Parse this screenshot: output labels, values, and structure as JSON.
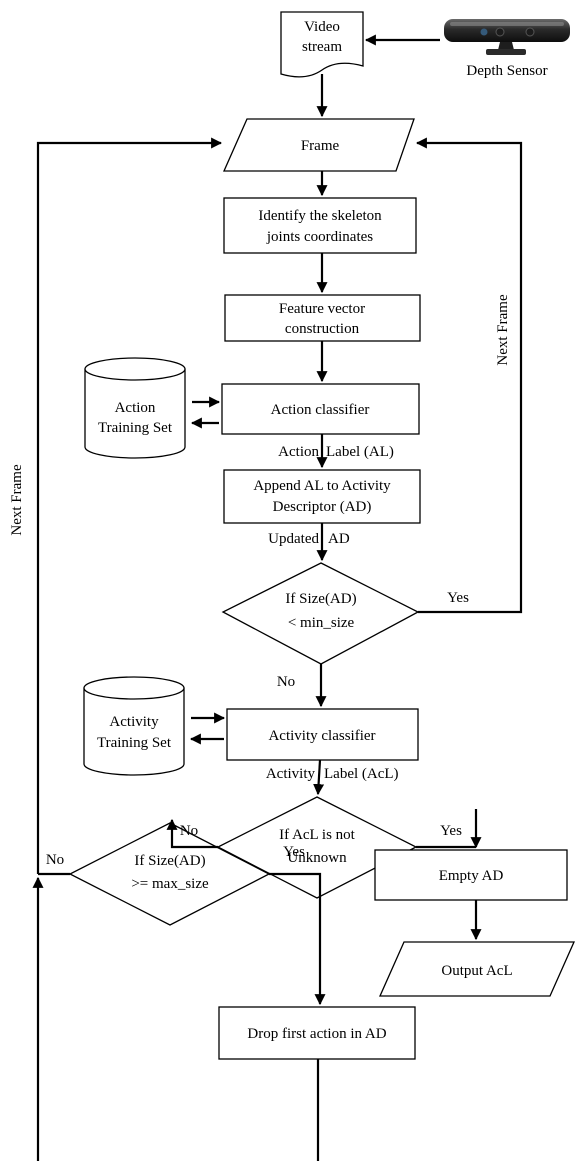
{
  "nodes": {
    "video_stream": [
      "Video",
      "stream"
    ],
    "depth_sensor": "Depth Sensor",
    "frame": "Frame",
    "identify": [
      "Identify the skeleton",
      "joints coordinates"
    ],
    "feature": [
      "Feature vector",
      "construction"
    ],
    "action_classifier": "Action classifier",
    "action_training": [
      "Action",
      "Training Set"
    ],
    "append": [
      "Append AL to Activity",
      "Descriptor (AD)"
    ],
    "size_min": [
      "If Size(AD)",
      "< min_size"
    ],
    "activity_classifier": "Activity classifier",
    "activity_training": [
      "Activity",
      "Training Set"
    ],
    "acl_unknown": [
      "If AcL is not",
      "Unknown"
    ],
    "size_max": [
      "If Size(AD)",
      ">= max_size"
    ],
    "empty_ad": "Empty AD",
    "output_acl": "Output AcL",
    "drop_first": "Drop first action in AD"
  },
  "edge_labels": {
    "action_label": [
      "Action",
      "Label (AL)"
    ],
    "updated_ad": [
      "Updated",
      "AD"
    ],
    "yes_min": "Yes",
    "no_min": "No",
    "activity_label": [
      "Activity",
      "Label (AcL)"
    ],
    "no_unknown": "No",
    "yes_unknown": "Yes",
    "no_max": "No",
    "yes_max": "Yes",
    "next_frame_left": "Next Frame",
    "next_frame_right": "Next Frame"
  }
}
